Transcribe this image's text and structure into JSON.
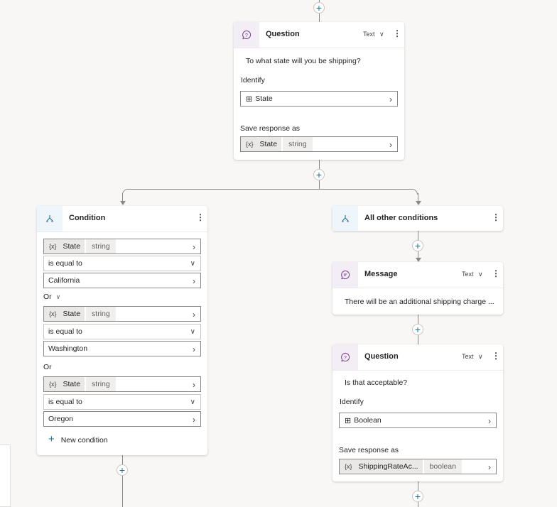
{
  "question1": {
    "title": "Question",
    "type": "Text",
    "prompt": "To what state will you be shipping?",
    "identify_label": "Identify",
    "identify_value": "State",
    "save_label": "Save response as",
    "var_icon": "{x}",
    "var_name": "State",
    "var_type": "string"
  },
  "condition": {
    "title": "Condition",
    "rows": [
      {
        "var_icon": "{x}",
        "var_name": "State",
        "var_type": "string",
        "operator": "is equal to",
        "value": "California"
      },
      {
        "var_icon": "{x}",
        "var_name": "State",
        "var_type": "string",
        "operator": "is equal to",
        "value": "Washington"
      },
      {
        "var_icon": "{x}",
        "var_name": "State",
        "var_type": "string",
        "operator": "is equal to",
        "value": "Oregon"
      }
    ],
    "or1": "Or",
    "or2": "Or",
    "new_condition": "New condition"
  },
  "other": {
    "title": "All other conditions"
  },
  "message": {
    "title": "Message",
    "type": "Text",
    "text": "There will be an additional shipping charge ..."
  },
  "question2": {
    "title": "Question",
    "type": "Text",
    "prompt": "Is that acceptable?",
    "identify_label": "Identify",
    "identify_value": "Boolean",
    "save_label": "Save response as",
    "var_icon": "{x}",
    "var_name": "ShippingRateAc...",
    "var_type": "boolean"
  },
  "icons": {
    "plus": "+",
    "more": "⋮",
    "chevron_right": "›",
    "chevron_down": "∨"
  }
}
